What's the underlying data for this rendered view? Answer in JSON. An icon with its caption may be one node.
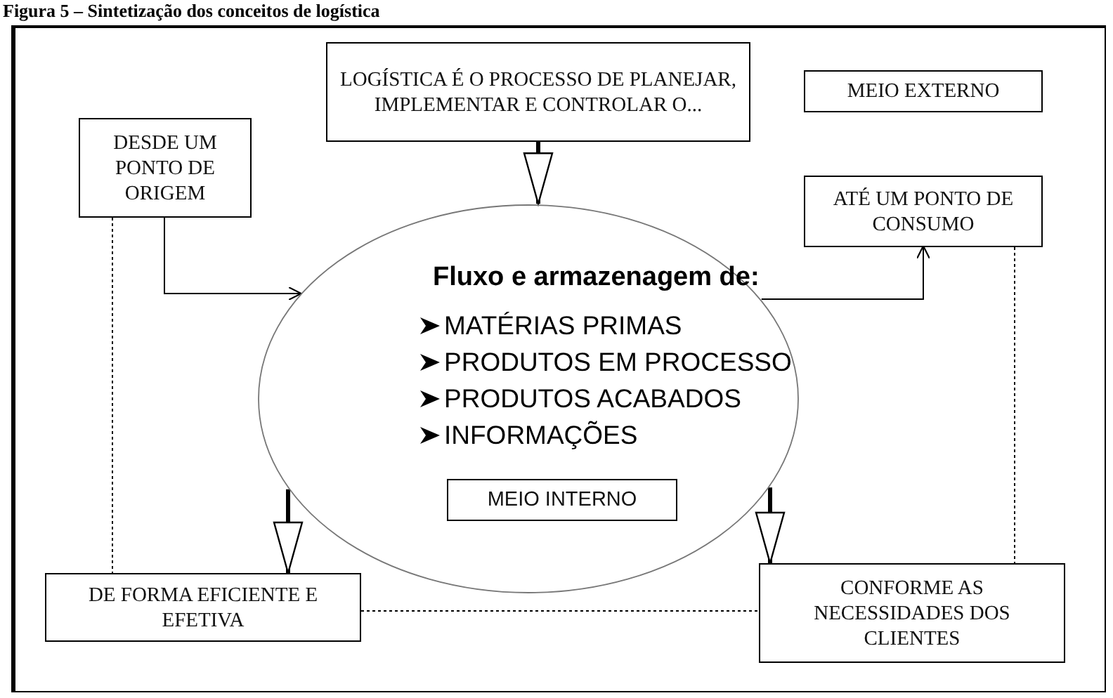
{
  "diagram": {
    "title": "Figura 5 – Sintetização dos conceitos de logística",
    "nodes": [
      {
        "text": [
          "LOGÍSTICA É O PROCESSO DE PLANEJAR, IMPLEMENTAR E CONTROLAR O..."
        ]
      },
      {
        "text": [
          "MEIO EXTERNO"
        ]
      },
      {
        "text": [
          "DESDE UM PONTO DE ORIGEM"
        ]
      },
      {
        "text": [
          "ATÉ UM PONTO DE CONSUMO"
        ]
      },
      {
        "text": [
          "Fluxo e armazenagem de:",
          "MATÉRIAS PRIMAS",
          "PRODUTOS EM PROCESSO",
          "PRODUTOS ACABADOS",
          "INFORMAÇÕES"
        ]
      },
      {
        "text": [
          "MEIO INTERNO"
        ],
        "in": 4
      },
      {
        "text": [
          "DE FORMA EFICIENTE E EFETIVA"
        ]
      },
      {
        "text": [
          "CONFORME AS NECESSIDADES DOS CLIENTES"
        ]
      }
    ],
    "edges": [
      {
        "from": 0,
        "to": 4,
        "arrow": "to",
        "style": "thick"
      },
      {
        "from": 2,
        "to": 4,
        "arrow": "to"
      },
      {
        "from": 4,
        "to": 3,
        "arrow": "to"
      },
      {
        "from": 4,
        "to": 6,
        "arrow": "to",
        "style": "thick"
      },
      {
        "from": 4,
        "to": 7,
        "arrow": "to",
        "style": "thick"
      },
      {
        "from": 2,
        "to": 6,
        "arrow": "none",
        "style": "dashed"
      },
      {
        "from": 3,
        "to": 7,
        "arrow": "none",
        "style": "dashed"
      },
      {
        "from": 6,
        "to": 7,
        "arrow": "none",
        "style": "dashed"
      }
    ]
  }
}
